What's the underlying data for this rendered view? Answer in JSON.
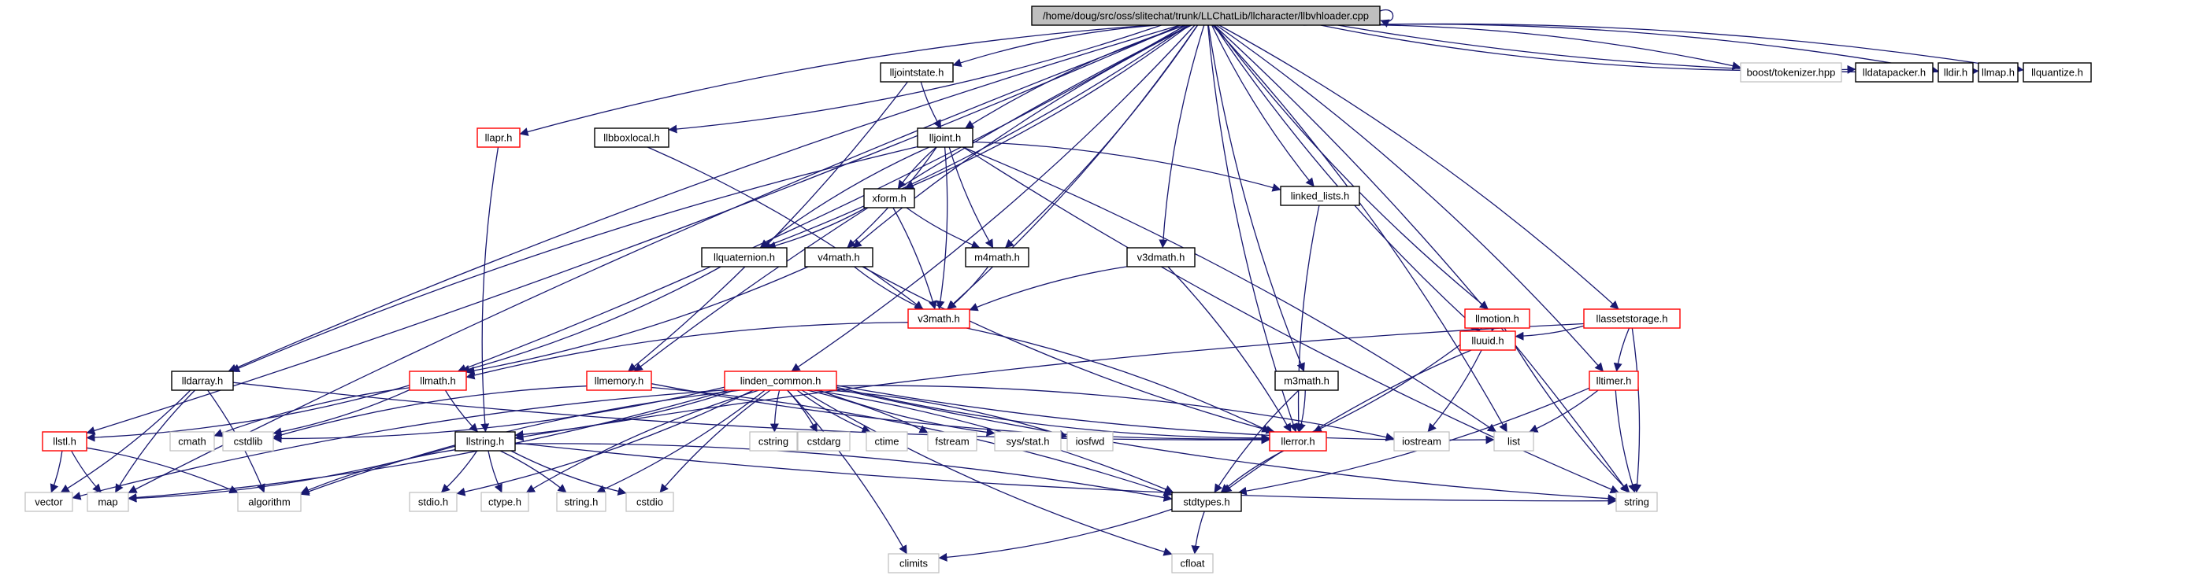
{
  "graph": {
    "root": "/home/doug/src/oss/slitechat/trunk/LLChatLib/llcharacter/llbvhloader.cpp",
    "colors": {
      "edge": "#191970",
      "documented_border": "#000000",
      "partial_border": "#ff0000",
      "external_border": "#bfbfbf",
      "root_fill": "#bfbfbf"
    },
    "nodes": [
      {
        "id": "root",
        "label": "/home/doug/src/oss/slitechat/trunk/LLChatLib/llcharacter/llbvhloader.cpp",
        "style": "root"
      },
      {
        "id": "lljointstate",
        "label": "lljointstate.h",
        "style": "black"
      },
      {
        "id": "boost_tokenizer",
        "label": "boost/tokenizer.hpp",
        "style": "gray"
      },
      {
        "id": "lldatapacker",
        "label": "lldatapacker.h",
        "style": "black"
      },
      {
        "id": "lldir",
        "label": "lldir.h",
        "style": "black"
      },
      {
        "id": "llmap",
        "label": "llmap.h",
        "style": "black"
      },
      {
        "id": "llquantize",
        "label": "llquantize.h",
        "style": "black"
      },
      {
        "id": "llapr",
        "label": "llapr.h",
        "style": "red"
      },
      {
        "id": "llbboxlocal",
        "label": "llbboxlocal.h",
        "style": "black"
      },
      {
        "id": "lljoint",
        "label": "lljoint.h",
        "style": "black"
      },
      {
        "id": "xform",
        "label": "xform.h",
        "style": "black"
      },
      {
        "id": "linked_lists",
        "label": "linked_lists.h",
        "style": "black"
      },
      {
        "id": "llquaternion",
        "label": "llquaternion.h",
        "style": "black"
      },
      {
        "id": "v4math",
        "label": "v4math.h",
        "style": "black"
      },
      {
        "id": "m4math",
        "label": "m4math.h",
        "style": "black"
      },
      {
        "id": "v3dmath",
        "label": "v3dmath.h",
        "style": "black"
      },
      {
        "id": "v3math",
        "label": "v3math.h",
        "style": "red"
      },
      {
        "id": "llmotion",
        "label": "llmotion.h",
        "style": "red"
      },
      {
        "id": "llassetstorage",
        "label": "llassetstorage.h",
        "style": "red"
      },
      {
        "id": "lluuid",
        "label": "lluuid.h",
        "style": "red"
      },
      {
        "id": "lltimer",
        "label": "lltimer.h",
        "style": "red"
      },
      {
        "id": "lldarray",
        "label": "lldarray.h",
        "style": "black"
      },
      {
        "id": "llmath",
        "label": "llmath.h",
        "style": "red"
      },
      {
        "id": "llmemory",
        "label": "llmemory.h",
        "style": "red"
      },
      {
        "id": "linden_common",
        "label": "linden_common.h",
        "style": "red"
      },
      {
        "id": "m3math",
        "label": "m3math.h",
        "style": "black"
      },
      {
        "id": "llstl",
        "label": "llstl.h",
        "style": "red"
      },
      {
        "id": "cmath",
        "label": "cmath",
        "style": "gray"
      },
      {
        "id": "cstdlib",
        "label": "cstdlib",
        "style": "gray"
      },
      {
        "id": "cstring",
        "label": "cstring",
        "style": "gray"
      },
      {
        "id": "cstdarg",
        "label": "cstdarg",
        "style": "gray"
      },
      {
        "id": "ctime",
        "label": "ctime",
        "style": "gray"
      },
      {
        "id": "fstream",
        "label": "fstream",
        "style": "gray"
      },
      {
        "id": "sys_stat",
        "label": "sys/stat.h",
        "style": "gray"
      },
      {
        "id": "iosfwd",
        "label": "iosfwd",
        "style": "gray"
      },
      {
        "id": "llerror",
        "label": "llerror.h",
        "style": "red"
      },
      {
        "id": "iostream",
        "label": "iostream",
        "style": "gray"
      },
      {
        "id": "list",
        "label": "list",
        "style": "gray"
      },
      {
        "id": "llstring",
        "label": "llstring.h",
        "style": "black"
      },
      {
        "id": "vector",
        "label": "vector",
        "style": "gray"
      },
      {
        "id": "map",
        "label": "map",
        "style": "gray"
      },
      {
        "id": "algorithm",
        "label": "algorithm",
        "style": "gray"
      },
      {
        "id": "stdio_h",
        "label": "stdio.h",
        "style": "gray"
      },
      {
        "id": "ctype_h",
        "label": "ctype.h",
        "style": "gray"
      },
      {
        "id": "string_h",
        "label": "string.h",
        "style": "gray"
      },
      {
        "id": "cstdio",
        "label": "cstdio",
        "style": "gray"
      },
      {
        "id": "stdtypes",
        "label": "stdtypes.h",
        "style": "black"
      },
      {
        "id": "string",
        "label": "string",
        "style": "gray"
      },
      {
        "id": "climits",
        "label": "climits",
        "style": "gray"
      },
      {
        "id": "cfloat",
        "label": "cfloat",
        "style": "gray"
      }
    ],
    "edges": [
      [
        "root",
        "root"
      ],
      [
        "root",
        "lljointstate"
      ],
      [
        "root",
        "boost_tokenizer"
      ],
      [
        "root",
        "lldatapacker"
      ],
      [
        "root",
        "lldir"
      ],
      [
        "root",
        "llmap"
      ],
      [
        "root",
        "llquantize"
      ],
      [
        "root",
        "llapr"
      ],
      [
        "root",
        "llbboxlocal"
      ],
      [
        "root",
        "lljoint"
      ],
      [
        "root",
        "xform"
      ],
      [
        "root",
        "linked_lists"
      ],
      [
        "root",
        "llquaternion"
      ],
      [
        "root",
        "v4math"
      ],
      [
        "root",
        "m4math"
      ],
      [
        "root",
        "v3dmath"
      ],
      [
        "root",
        "v3math"
      ],
      [
        "root",
        "llmotion"
      ],
      [
        "root",
        "llassetstorage"
      ],
      [
        "root",
        "lluuid"
      ],
      [
        "root",
        "lltimer"
      ],
      [
        "root",
        "lldarray"
      ],
      [
        "root",
        "llmath"
      ],
      [
        "root",
        "llmemory"
      ],
      [
        "root",
        "linden_common"
      ],
      [
        "root",
        "m3math"
      ],
      [
        "root",
        "llstl"
      ],
      [
        "root",
        "llerror"
      ],
      [
        "root",
        "list"
      ],
      [
        "root",
        "map"
      ],
      [
        "root",
        "string"
      ],
      [
        "lljointstate",
        "lljoint"
      ],
      [
        "lljointstate",
        "llmemory"
      ],
      [
        "llapr",
        "llstring"
      ],
      [
        "llbboxlocal",
        "v3math"
      ],
      [
        "lljoint",
        "xform"
      ],
      [
        "lljoint",
        "linked_lists"
      ],
      [
        "lljoint",
        "llquaternion"
      ],
      [
        "lljoint",
        "v4math"
      ],
      [
        "lljoint",
        "m4math"
      ],
      [
        "lljoint",
        "v3math"
      ],
      [
        "lljoint",
        "lldarray"
      ],
      [
        "lljoint",
        "list"
      ],
      [
        "lljoint",
        "string"
      ],
      [
        "xform",
        "llquaternion"
      ],
      [
        "xform",
        "m4math"
      ],
      [
        "xform",
        "v3math"
      ],
      [
        "linked_lists",
        "llerror"
      ],
      [
        "llquaternion",
        "llmath"
      ],
      [
        "v4math",
        "v3math"
      ],
      [
        "v4math",
        "llmath"
      ],
      [
        "v4math",
        "llerror"
      ],
      [
        "m4math",
        "v3math"
      ],
      [
        "v3dmath",
        "v3math"
      ],
      [
        "v3dmath",
        "llerror"
      ],
      [
        "v3math",
        "llmath"
      ],
      [
        "v3math",
        "llerror"
      ],
      [
        "llmotion",
        "lluuid"
      ],
      [
        "llmotion",
        "llerror"
      ],
      [
        "llmotion",
        "string"
      ],
      [
        "llassetstorage",
        "lluuid"
      ],
      [
        "llassetstorage",
        "lltimer"
      ],
      [
        "llassetstorage",
        "string"
      ],
      [
        "llassetstorage",
        "llstring"
      ],
      [
        "lluuid",
        "iostream"
      ],
      [
        "lluuid",
        "stdtypes"
      ],
      [
        "lltimer",
        "list"
      ],
      [
        "lltimer",
        "string"
      ],
      [
        "lltimer",
        "stdtypes"
      ],
      [
        "lldarray",
        "llerror"
      ],
      [
        "lldarray",
        "vector"
      ],
      [
        "lldarray",
        "map"
      ],
      [
        "lldarray",
        "algorithm"
      ],
      [
        "llmath",
        "cmath"
      ],
      [
        "llmath",
        "cstdlib"
      ],
      [
        "llmath",
        "llstring"
      ],
      [
        "llmath",
        "llstl"
      ],
      [
        "llmemory",
        "cstdlib"
      ],
      [
        "llmemory",
        "stdtypes"
      ],
      [
        "llmemory",
        "llerror"
      ],
      [
        "linden_common",
        "cstdlib"
      ],
      [
        "linden_common",
        "cstring"
      ],
      [
        "linden_common",
        "cstdarg"
      ],
      [
        "linden_common",
        "ctime"
      ],
      [
        "linden_common",
        "fstream"
      ],
      [
        "linden_common",
        "sys_stat"
      ],
      [
        "linden_common",
        "iosfwd"
      ],
      [
        "linden_common",
        "llerror"
      ],
      [
        "linden_common",
        "iostream"
      ],
      [
        "linden_common",
        "list"
      ],
      [
        "linden_common",
        "llstring"
      ],
      [
        "linden_common",
        "vector"
      ],
      [
        "linden_common",
        "map"
      ],
      [
        "linden_common",
        "algorithm"
      ],
      [
        "linden_common",
        "stdio_h"
      ],
      [
        "linden_common",
        "ctype_h"
      ],
      [
        "linden_common",
        "string_h"
      ],
      [
        "linden_common",
        "cstdio"
      ],
      [
        "linden_common",
        "stdtypes"
      ],
      [
        "linden_common",
        "string"
      ],
      [
        "linden_common",
        "climits"
      ],
      [
        "linden_common",
        "cfloat"
      ],
      [
        "m3math",
        "llerror"
      ],
      [
        "m3math",
        "stdtypes"
      ],
      [
        "llstl",
        "vector"
      ],
      [
        "llstl",
        "map"
      ],
      [
        "llstl",
        "algorithm"
      ],
      [
        "llerror",
        "stdtypes"
      ],
      [
        "llstring",
        "map"
      ],
      [
        "llstring",
        "algorithm"
      ],
      [
        "llstring",
        "stdio_h"
      ],
      [
        "llstring",
        "ctype_h"
      ],
      [
        "llstring",
        "string_h"
      ],
      [
        "llstring",
        "cstdio"
      ],
      [
        "llstring",
        "stdtypes"
      ],
      [
        "llstring",
        "string"
      ],
      [
        "stdtypes",
        "climits"
      ],
      [
        "stdtypes",
        "cfloat"
      ]
    ]
  }
}
